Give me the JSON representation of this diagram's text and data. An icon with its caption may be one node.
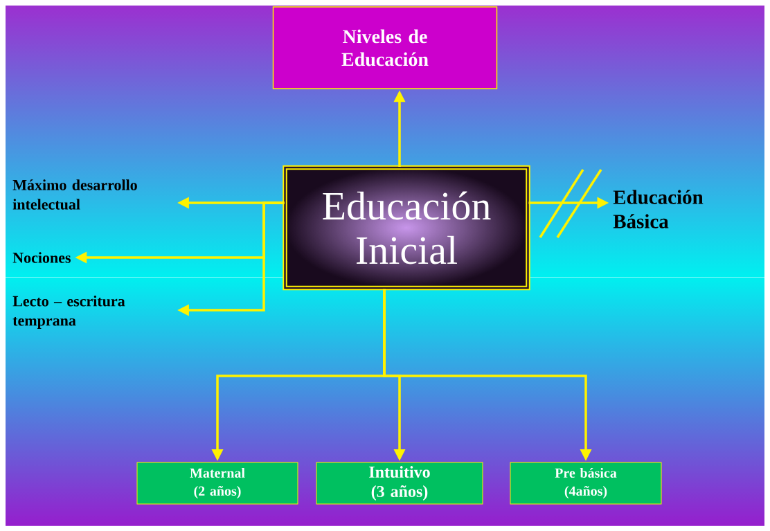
{
  "diagram": {
    "nodes": [
      {
        "text": [
          "Niveles de Educación"
        ]
      },
      {
        "text": [
          "Educación Inicial"
        ]
      },
      {
        "text": [
          "Máximo desarrollo intelectual"
        ]
      },
      {
        "text": [
          "Nociones"
        ]
      },
      {
        "text": [
          "Lecto – escritura temprana"
        ]
      },
      {
        "text": [
          "Educación Básica"
        ]
      },
      {
        "text": [
          "Maternal (2 años)"
        ]
      },
      {
        "text": [
          "Intuitivo (3 años)"
        ]
      },
      {
        "text": [
          "Pre básica (4años)"
        ]
      }
    ],
    "edges": [
      {
        "from": 1,
        "to": 0,
        "arrow": "to"
      },
      {
        "from": 1,
        "to": 2,
        "arrow": "to"
      },
      {
        "from": 1,
        "to": 3,
        "arrow": "to"
      },
      {
        "from": 1,
        "to": 4,
        "arrow": "to"
      },
      {
        "from": 1,
        "to": 5,
        "arrow": "to"
      },
      {
        "from": 1,
        "to": 6,
        "arrow": "to"
      },
      {
        "from": 1,
        "to": 7,
        "arrow": "to"
      },
      {
        "from": 1,
        "to": 8,
        "arrow": "to"
      }
    ]
  }
}
